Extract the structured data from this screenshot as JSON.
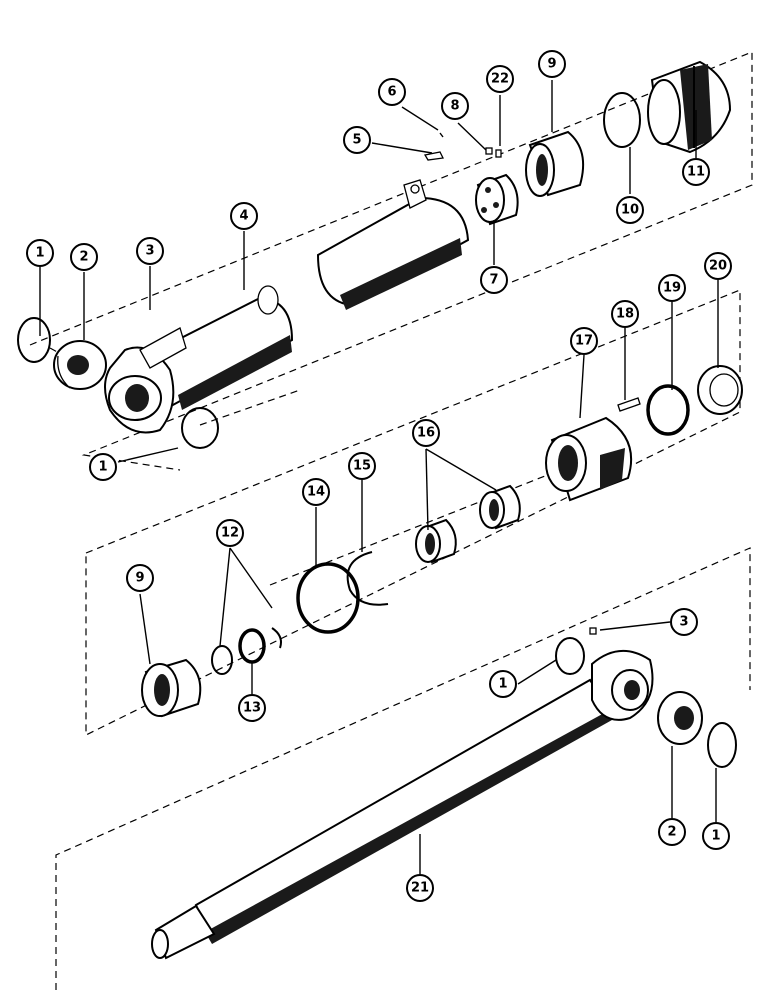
{
  "callouts": [
    {
      "label": "1"
    },
    {
      "label": "2"
    },
    {
      "label": "3"
    },
    {
      "label": "4"
    },
    {
      "label": "5"
    },
    {
      "label": "6"
    },
    {
      "label": "7"
    },
    {
      "label": "8"
    },
    {
      "label": "9"
    },
    {
      "label": "10"
    },
    {
      "label": "11"
    },
    {
      "label": "22"
    },
    {
      "label": "1"
    },
    {
      "label": "16"
    },
    {
      "label": "14"
    },
    {
      "label": "15"
    },
    {
      "label": "17"
    },
    {
      "label": "18"
    },
    {
      "label": "19"
    },
    {
      "label": "20"
    },
    {
      "label": "12"
    },
    {
      "label": "9"
    },
    {
      "label": "13"
    },
    {
      "label": "3"
    },
    {
      "label": "1"
    },
    {
      "label": "2"
    },
    {
      "label": "1"
    },
    {
      "label": "21"
    }
  ]
}
